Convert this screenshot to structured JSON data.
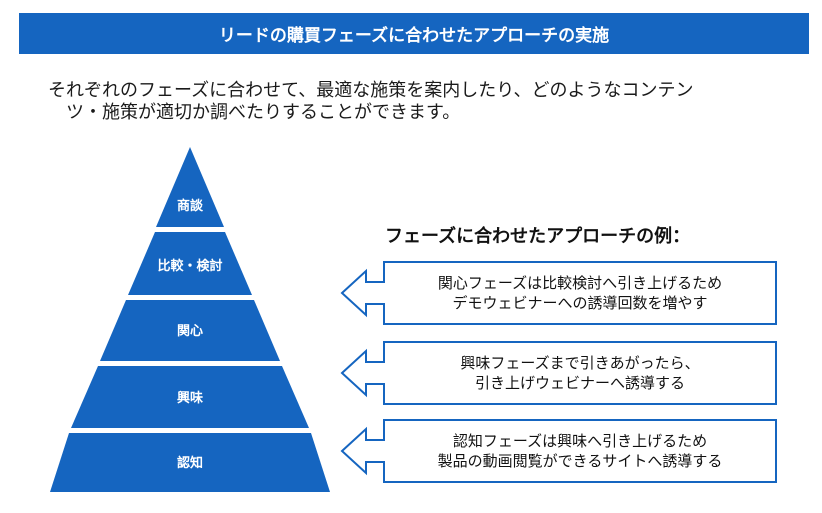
{
  "title": "リードの購買フェーズに合わせたアプローチの実施",
  "intro": {
    "line1": "それぞれのフェーズに合わせて、最適な施策を案内したり、どのようなコンテン",
    "line2": "ツ・施策が適切か調べたりすることができます。"
  },
  "pyramid": {
    "levels": [
      "商談",
      "比較・検討",
      "関心",
      "興味",
      "認知"
    ]
  },
  "examples": {
    "heading": "フェーズに合わせたアプローチの例：",
    "items": [
      {
        "line1": "関心フェーズは比較検討へ引き上げるため",
        "line2": "デモウェビナーへの誘導回数を増やす"
      },
      {
        "line1": "興味フェーズまで引きあがったら、",
        "line2": "引き上げウェビナーへ誘導する"
      },
      {
        "line1": "認知フェーズは興味へ引き上げるため",
        "line2": "製品の動画閲覧ができるサイトへ誘導する"
      }
    ]
  },
  "colors": {
    "accent": "#1565C0",
    "callout_border": "#1565C0"
  }
}
